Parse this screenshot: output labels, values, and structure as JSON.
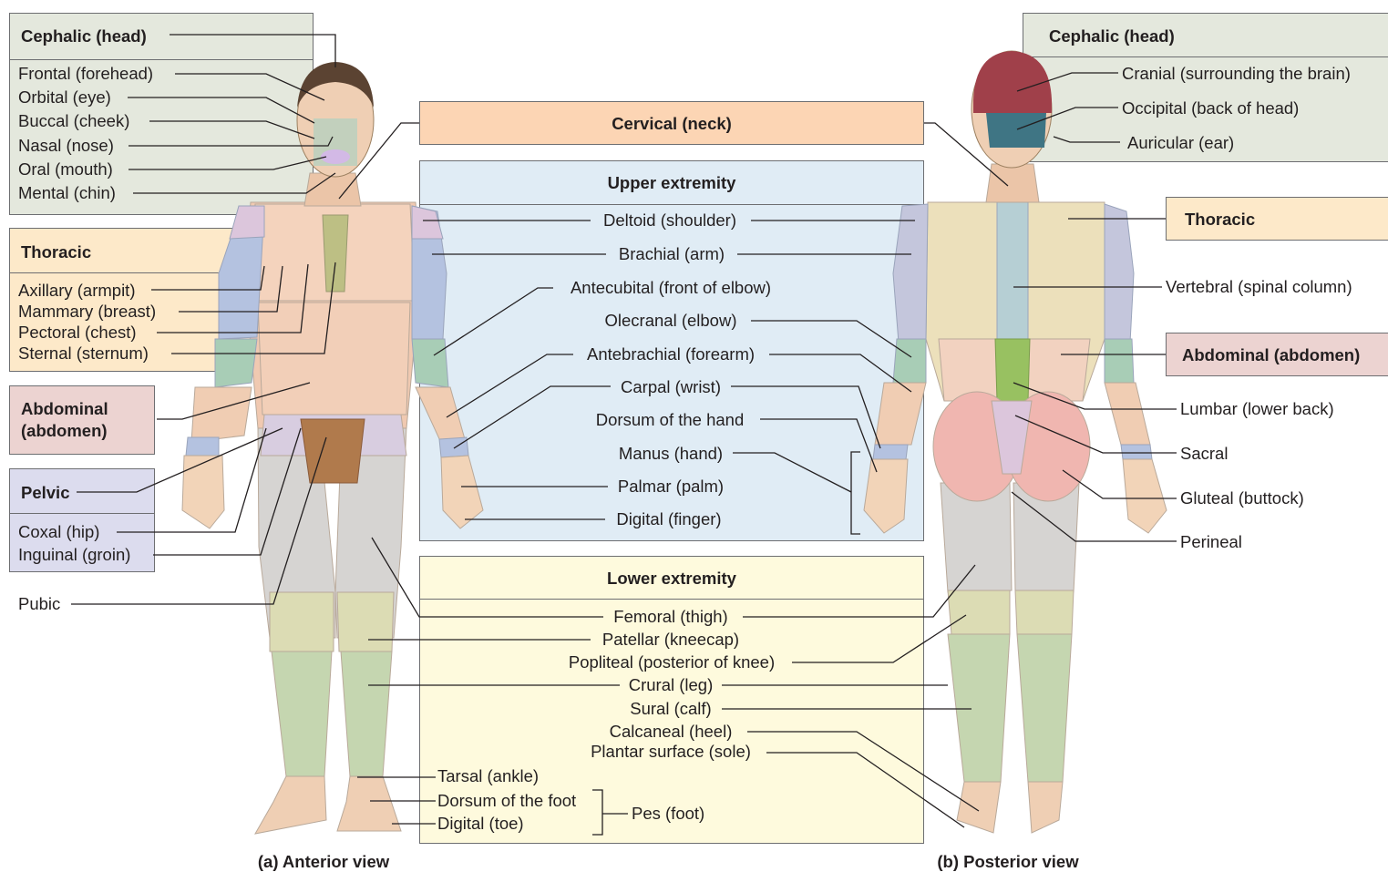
{
  "anterior": {
    "caption": "(a) Anterior view",
    "cephalic": {
      "title": "Cephalic (head)",
      "items": [
        "Frontal (forehead)",
        "Orbital (eye)",
        "Buccal (cheek)",
        "Nasal (nose)",
        "Oral (mouth)",
        "Mental (chin)"
      ]
    },
    "thoracic": {
      "title": "Thoracic",
      "items": [
        "Axillary (armpit)",
        "Mammary (breast)",
        "Pectoral (chest)",
        "Sternal (sternum)"
      ]
    },
    "abdominal": {
      "title": "Abdominal (abdomen)"
    },
    "pelvic": {
      "title": "Pelvic",
      "items": [
        "Coxal (hip)",
        "Inguinal (groin)"
      ]
    },
    "pubic": "Pubic"
  },
  "center": {
    "cervical": "Cervical (neck)",
    "upper": {
      "title": "Upper extremity",
      "items": [
        "Deltoid (shoulder)",
        "Brachial (arm)",
        "Antecubital (front of elbow)",
        "Olecranal (elbow)",
        "Antebrachial (forearm)",
        "Carpal (wrist)",
        "Dorsum of the hand",
        "Manus (hand)",
        "Palmar (palm)",
        "Digital (finger)"
      ]
    },
    "lower": {
      "title": "Lower extremity",
      "items": [
        "Femoral (thigh)",
        "Patellar (kneecap)",
        "Popliteal (posterior of knee)",
        "Crural (leg)",
        "Sural (calf)",
        "Calcaneal (heel)",
        "Plantar surface (sole)"
      ]
    },
    "foot": {
      "items": [
        "Tarsal (ankle)",
        "Dorsum of the foot",
        "Digital (toe)"
      ],
      "group": "Pes (foot)"
    }
  },
  "posterior": {
    "caption": "(b) Posterior view",
    "cephalic": {
      "title": "Cephalic (head)",
      "items": [
        "Cranial (surrounding the brain)",
        "Occipital (back of head)",
        "Auricular (ear)"
      ]
    },
    "thoracic": {
      "title": "Thoracic"
    },
    "vertebral": "Vertebral (spinal column)",
    "abdominal": {
      "title": "Abdominal (abdomen)"
    },
    "items": [
      "Lumbar (lower back)",
      "Sacral",
      "Gluteal (buttock)",
      "Perineal"
    ]
  },
  "colors": {
    "skin": "#e8c6a8",
    "gray_box": "#e4e8dd",
    "peach_box": "#fde9c9",
    "rose_box": "#ecd3d1",
    "lavender_box": "#dcdcee",
    "sky_box": "#e0ecf5",
    "cream_box": "#fefadd",
    "salmon_box": "#fcd5b4",
    "leader_line": "#231f20"
  }
}
